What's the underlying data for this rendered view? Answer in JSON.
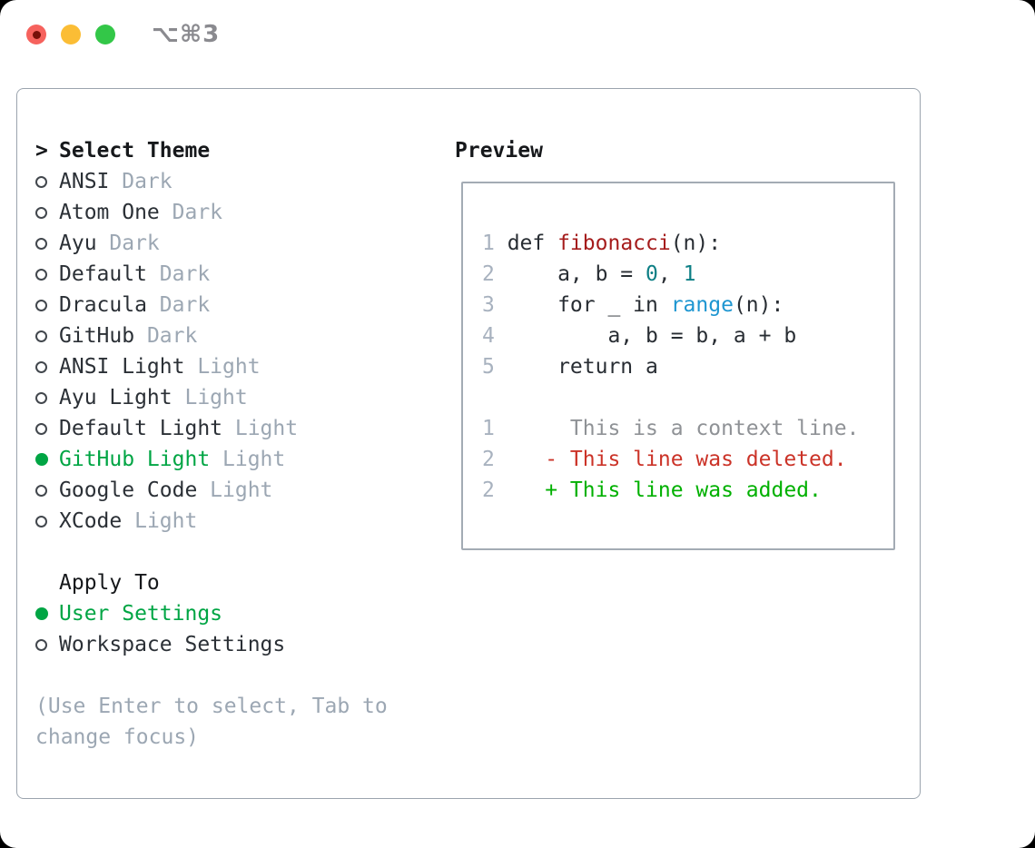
{
  "window": {
    "titlebar_shortcut": "⌥⌘3"
  },
  "theme_selector": {
    "header": {
      "marker": ">",
      "label": "Select Theme"
    },
    "themes": [
      {
        "name": "ANSI",
        "variant": "Dark",
        "selected": false
      },
      {
        "name": "Atom One",
        "variant": "Dark",
        "selected": false
      },
      {
        "name": "Ayu",
        "variant": "Dark",
        "selected": false
      },
      {
        "name": "Default",
        "variant": "Dark",
        "selected": false
      },
      {
        "name": "Dracula",
        "variant": "Dark",
        "selected": false
      },
      {
        "name": "GitHub",
        "variant": "Dark",
        "selected": false
      },
      {
        "name": "ANSI Light",
        "variant": "Light",
        "selected": false
      },
      {
        "name": "Ayu Light",
        "variant": "Light",
        "selected": false
      },
      {
        "name": "Default Light",
        "variant": "Light",
        "selected": false
      },
      {
        "name": "GitHub Light",
        "variant": "Light",
        "selected": true
      },
      {
        "name": "Google Code",
        "variant": "Light",
        "selected": false
      },
      {
        "name": "XCode",
        "variant": "Light",
        "selected": false
      }
    ],
    "apply_to": {
      "label": "Apply To",
      "options": [
        {
          "label": "User Settings",
          "selected": true
        },
        {
          "label": "Workspace Settings",
          "selected": false
        }
      ]
    },
    "hint_lines": [
      "(Use Enter to select, Tab to",
      "change focus)"
    ]
  },
  "preview": {
    "label": "Preview",
    "code_lines": [
      {
        "num": "1",
        "segments": [
          {
            "t": "def ",
            "c": "plain"
          },
          {
            "t": "fibonacci",
            "c": "function"
          },
          {
            "t": "(n):",
            "c": "plain"
          }
        ]
      },
      {
        "num": "2",
        "segments": [
          {
            "t": "    a, b = ",
            "c": "plain"
          },
          {
            "t": "0",
            "c": "number"
          },
          {
            "t": ", ",
            "c": "plain"
          },
          {
            "t": "1",
            "c": "number"
          }
        ]
      },
      {
        "num": "3",
        "segments": [
          {
            "t": "    for _ in ",
            "c": "plain"
          },
          {
            "t": "range",
            "c": "builtin"
          },
          {
            "t": "(n):",
            "c": "plain"
          }
        ]
      },
      {
        "num": "4",
        "segments": [
          {
            "t": "        a, b = b, a + b",
            "c": "plain"
          }
        ]
      },
      {
        "num": "5",
        "segments": [
          {
            "t": "    return a",
            "c": "plain"
          }
        ]
      }
    ],
    "diff_lines": [
      {
        "num": "1",
        "content": "     This is a context line.",
        "type": "context"
      },
      {
        "num": "2",
        "content": "   - This line was deleted.",
        "type": "deleted"
      },
      {
        "num": "2",
        "content": "   + This line was added.",
        "type": "added"
      }
    ]
  },
  "colors": {
    "tl_red": "#f6625d",
    "tl_red_dot": "#771009",
    "tl_yellow": "#fbbd35",
    "tl_green": "#33c748",
    "title_gray": "#8a8a8f",
    "panel_border": "#9ba4ae",
    "box_border": "#a3abb4",
    "text_black": "#16181b",
    "text_dark": "#2b3036",
    "muted": "#9ca7b3",
    "radio_ring": "#42474d",
    "green": "#00a544",
    "line_num": "#a8b2bf",
    "code_plain": "#282d33",
    "code_func": "#a51c1c",
    "code_num": "#0d7f85",
    "code_builtin": "#1e96d1",
    "diff_ctx": "#8f9296",
    "diff_del": "#cb3328",
    "diff_add": "#00b000"
  }
}
